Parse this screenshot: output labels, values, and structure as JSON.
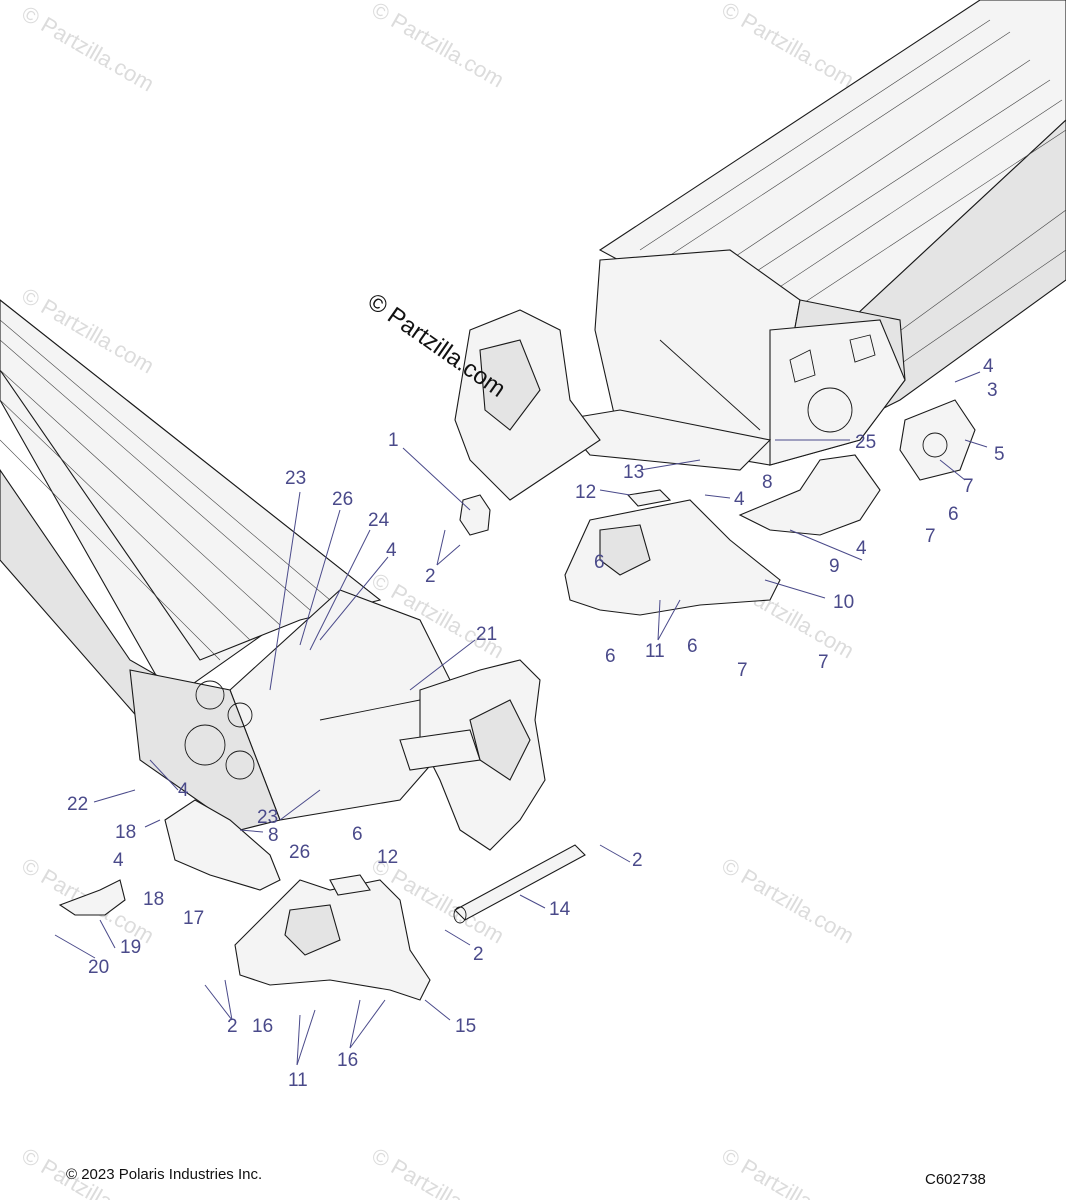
{
  "watermark": {
    "text": "© Partzilla.com",
    "center_text": "© Partzilla.com"
  },
  "footer": {
    "copyright": "© 2023 Polaris Industries Inc.",
    "diagram_code": "C602738"
  },
  "callouts": [
    {
      "id": "c1",
      "label": "1"
    },
    {
      "id": "c2a",
      "label": "2"
    },
    {
      "id": "c2b",
      "label": "2"
    },
    {
      "id": "c2c",
      "label": "2"
    },
    {
      "id": "c2d",
      "label": "2"
    },
    {
      "id": "c3",
      "label": "3"
    },
    {
      "id": "c4a",
      "label": "4"
    },
    {
      "id": "c4b",
      "label": "4"
    },
    {
      "id": "c4c",
      "label": "4"
    },
    {
      "id": "c4d",
      "label": "4"
    },
    {
      "id": "c4e",
      "label": "4"
    },
    {
      "id": "c4f",
      "label": "4"
    },
    {
      "id": "c5",
      "label": "5"
    },
    {
      "id": "c6a",
      "label": "6"
    },
    {
      "id": "c6b",
      "label": "6"
    },
    {
      "id": "c6c",
      "label": "6"
    },
    {
      "id": "c6d",
      "label": "6"
    },
    {
      "id": "c6e",
      "label": "6"
    },
    {
      "id": "c7a",
      "label": "7"
    },
    {
      "id": "c7b",
      "label": "7"
    },
    {
      "id": "c7c",
      "label": "7"
    },
    {
      "id": "c7d",
      "label": "7"
    },
    {
      "id": "c8a",
      "label": "8"
    },
    {
      "id": "c8b",
      "label": "8"
    },
    {
      "id": "c9",
      "label": "9"
    },
    {
      "id": "c10",
      "label": "10"
    },
    {
      "id": "c11a",
      "label": "11"
    },
    {
      "id": "c11b",
      "label": "11"
    },
    {
      "id": "c12a",
      "label": "12"
    },
    {
      "id": "c12b",
      "label": "12"
    },
    {
      "id": "c13",
      "label": "13"
    },
    {
      "id": "c14",
      "label": "14"
    },
    {
      "id": "c15",
      "label": "15"
    },
    {
      "id": "c16a",
      "label": "16"
    },
    {
      "id": "c16b",
      "label": "16"
    },
    {
      "id": "c17",
      "label": "17"
    },
    {
      "id": "c18a",
      "label": "18"
    },
    {
      "id": "c18b",
      "label": "18"
    },
    {
      "id": "c19",
      "label": "19"
    },
    {
      "id": "c20",
      "label": "20"
    },
    {
      "id": "c21",
      "label": "21"
    },
    {
      "id": "c22",
      "label": "22"
    },
    {
      "id": "c23a",
      "label": "23"
    },
    {
      "id": "c23b",
      "label": "23"
    },
    {
      "id": "c24",
      "label": "24"
    },
    {
      "id": "c25",
      "label": "25"
    },
    {
      "id": "c26a",
      "label": "26"
    },
    {
      "id": "c26b",
      "label": "26"
    }
  ]
}
